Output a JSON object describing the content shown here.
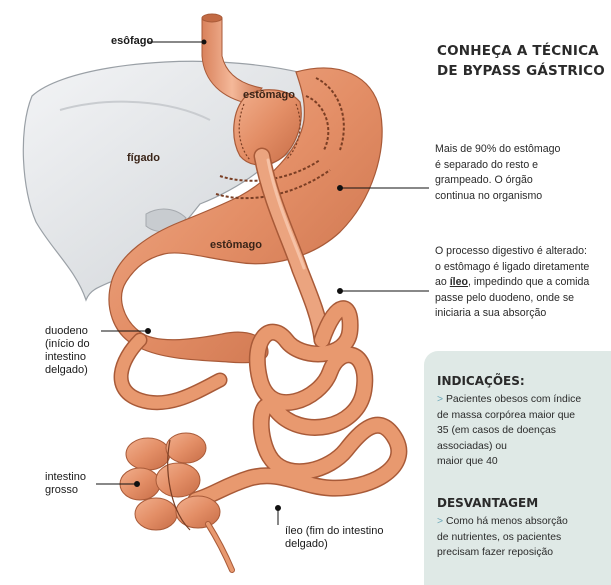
{
  "title": [
    "CONHEÇA A TÉCNICA",
    "DE BYPASS GÁSTRICO"
  ],
  "labels": {
    "esofago": "esôfago",
    "estomago_top": "estômago",
    "figado": "fígado",
    "estomago_main": "estômago",
    "duodeno": [
      "duodeno",
      "(início do",
      "intestino",
      "delgado)"
    ],
    "intestino_grosso": [
      "intestino",
      "grosso"
    ],
    "ileo": [
      "íleo (fim do intestino",
      "delgado)"
    ]
  },
  "para1": [
    "Mais de 90% do estômago",
    "é separado do resto e",
    "grampeado. O órgão",
    "continua no organismo"
  ],
  "para2": {
    "line1": "O processo digestivo é alterado:",
    "line2": "o estômago é ligado diretamente",
    "line3_pre": "ao ",
    "line3_bold": "íleo",
    "line3_post": ", impedindo que a comida",
    "line4": "passe pelo duodeno, onde se",
    "line5": "iniciaria a sua absorção"
  },
  "indicacoes": {
    "heading": "INDICAÇÕES:",
    "lines": [
      "Pacientes obesos com índice",
      "de massa corpórea maior que",
      "35 (em casos de doenças",
      "associadas) ou",
      "maior que 40"
    ]
  },
  "desvantagem": {
    "heading": "DESVANTAGEM",
    "lines": [
      "Como há menos absorção",
      "de nutrientes, os pacientes",
      "precisam fazer reposição"
    ]
  },
  "arrow_glyph": ">",
  "colors": {
    "organ": "#e3906a",
    "organ_dark": "#b8643f",
    "liver": "#e4e6e8",
    "box": "#dfe9e6",
    "arrow": "#6aa7b8"
  },
  "icons": [
    "liver-illustration",
    "stomach-illustration",
    "small-intestine-illustration",
    "large-intestine-illustration"
  ]
}
